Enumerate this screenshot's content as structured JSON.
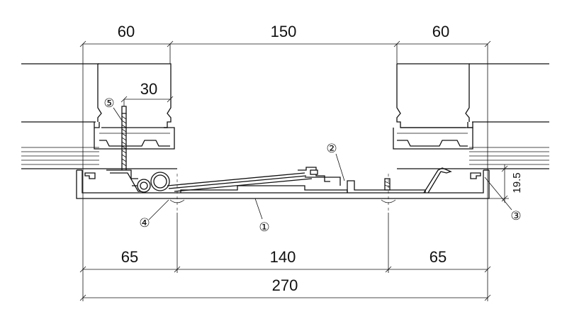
{
  "dimensions": {
    "top_left": "60",
    "top_middle": "150",
    "top_right": "60",
    "screw_offset": "30",
    "bottom_left": "65",
    "bottom_middle": "140",
    "bottom_right": "65",
    "overall": "270",
    "height": "19.5"
  },
  "callouts": {
    "c1": "①",
    "c2": "②",
    "c3": "③",
    "c4": "④",
    "c5": "⑤"
  }
}
